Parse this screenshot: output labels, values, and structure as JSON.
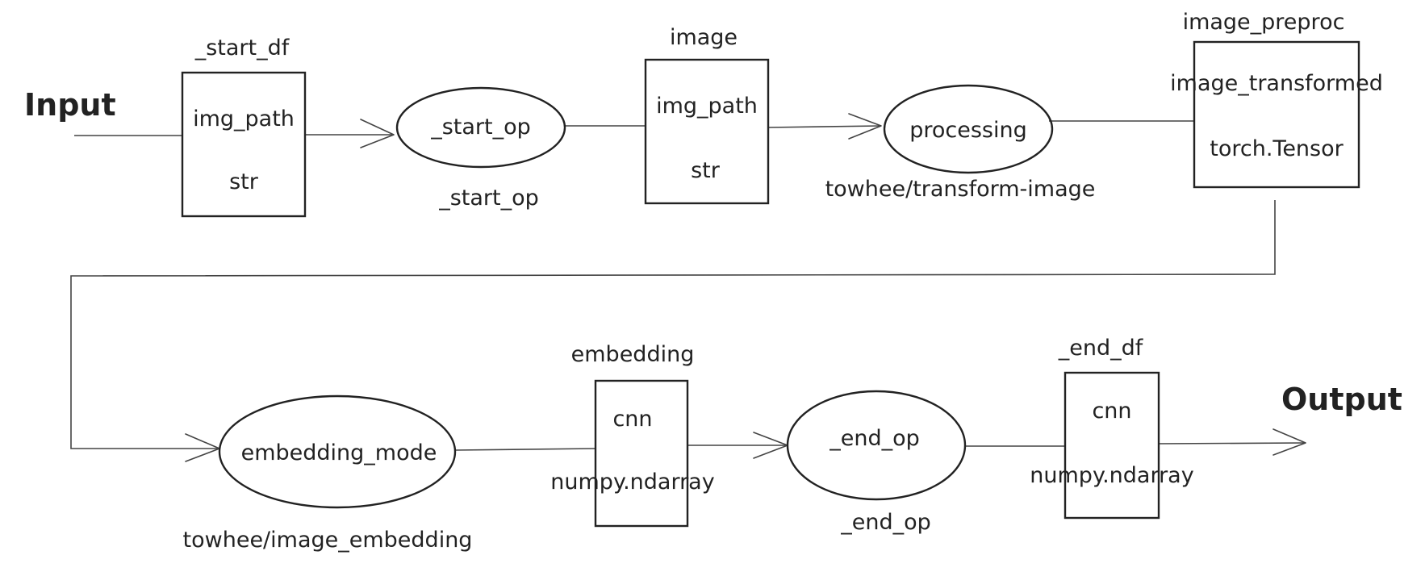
{
  "io": {
    "input": "Input",
    "output": "Output"
  },
  "dataframes": {
    "start_df": {
      "name": "_start_df",
      "field": "img_path",
      "type": "str"
    },
    "image": {
      "name": "image",
      "field": "img_path",
      "type": "str"
    },
    "image_preproc": {
      "name": "image_preproc",
      "field": "image_transformed",
      "type": "torch.Tensor"
    },
    "embedding": {
      "name": "embedding",
      "field": "cnn",
      "type": "numpy.ndarray"
    },
    "end_df": {
      "name": "_end_df",
      "field": "cnn",
      "type": "numpy.ndarray"
    }
  },
  "operators": {
    "start_op": {
      "name": "_start_op",
      "function": "_start_op"
    },
    "processing": {
      "name": "processing",
      "function": "towhee/transform-image"
    },
    "embedding_mode": {
      "name": "embedding_mode",
      "function": "towhee/image_embedding"
    },
    "end_op": {
      "name": "_end_op",
      "function": "_end_op"
    }
  }
}
